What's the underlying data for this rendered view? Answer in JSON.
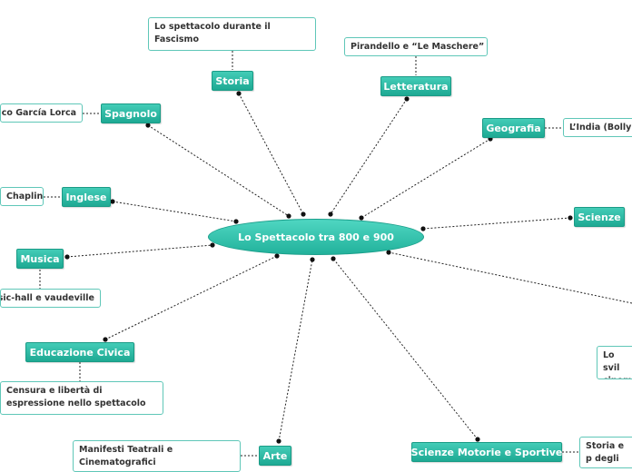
{
  "central": {
    "label": "Lo Spettacolo tra 800 e 900"
  },
  "topics": {
    "storia": "Storia",
    "letteratura": "Letteratura",
    "spagnolo": "Spagnolo",
    "geografia": "Geografia",
    "inglese": "Inglese",
    "scienze": "Scienze",
    "musica": "Musica",
    "educazione_civica": "Educazione Civica",
    "arte": "Arte",
    "scienze_motorie": "Scienze Motorie e Sportive"
  },
  "notes": {
    "storia": "Lo spettacolo durante il Fascismo",
    "letteratura": "Pirandello e “Le Maschere”",
    "spagnolo": "ico García Lorca",
    "geografia": "L’India (Bolly",
    "inglese": "Chaplin",
    "musica": "sic-hall e vaudeville",
    "educazione_civica": "Censura e libertà di espressione nello spettacolo",
    "arte": "Manifesti Teatrali e Cinematografici",
    "scienze_motorie": "Storia e p degli Stur",
    "offscreen": "Lo svil cinem"
  }
}
